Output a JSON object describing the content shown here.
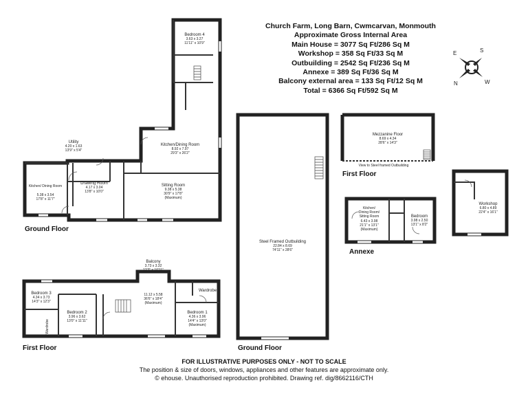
{
  "header": {
    "property": "Church Farm, Long Barn, Cwmcarvan, Monmouth",
    "area_title": "Approximate Gross Internal Area",
    "lines": [
      "Main House = 3077 Sq Ft/286 Sq M",
      "Workshop = 358 Sq Ft/33 Sq M",
      "Outbuilding = 2542 Sq Ft/236 Sq M",
      "Annexe = 389 Sq Ft/36 Sq M",
      "Balcony external area = 133 Sq Ft/12 Sq M",
      "Total = 6366 Sq Ft/592 Sq M"
    ]
  },
  "compass": {
    "labels": [
      "E",
      "S",
      "N",
      "W"
    ]
  },
  "floor_labels": {
    "ground_main": "Ground Floor",
    "first_main": "First Floor",
    "ground_outbuilding": "Ground Floor",
    "first_outbuilding": "First Floor",
    "annexe": "Annexe"
  },
  "ground_floor_rooms": {
    "bedroom4": {
      "name": "Bedroom 4",
      "m": "3.63 x 3.27",
      "ft": "11'11\" x 10'9\""
    },
    "kitchen_dining": {
      "name": "Kitchen/Dining Room",
      "m": "8.92 x 7.97",
      "ft": "29'3\" x 26'2\""
    },
    "sitting": {
      "name": "Sitting Room",
      "m": "9.38 x 5.38",
      "ft": "30'9\" x 17'8\"",
      "note": "(Maximum)"
    },
    "utility": {
      "name": "Utility",
      "m": "4.20 x 1.63",
      "ft": "13'9\" x 5'4\""
    },
    "drawing": {
      "name": "Drawing Room",
      "m": "4.17 x 3.04",
      "ft": "13'8\" x 10'0\""
    },
    "kitchen2": {
      "name": "Kitchen/ Dining Room",
      "m": "5.38 x 3.54",
      "ft": "17'8\" x 11'7\""
    }
  },
  "first_floor_rooms": {
    "balcony": {
      "name": "Balcony",
      "m": "3.73 x 3.32",
      "ft": "12'3\" x 10'11\""
    },
    "bedroom3": {
      "name": "Bedroom 3",
      "m": "4.34 x 3.73",
      "ft": "14'3\" x 12'3\""
    },
    "bedroom2": {
      "name": "Bedroom 2",
      "m": "3.96 x 3.62",
      "ft": "13'0\" x 11'11\""
    },
    "landing": {
      "m": "11.12 x 5.58",
      "ft": "36'6\" x 18'4\"",
      "note": "(Maximum)"
    },
    "bedroom1": {
      "name": "Bedroom 1",
      "m": "4.36 x 3.96",
      "ft": "14'4\" x 13'0\"",
      "note": "(Maximum)"
    },
    "wardrobe_right": "Wardrobe",
    "wardrobe_left": "Wardrobe"
  },
  "outbuilding": {
    "steel": {
      "name": "Steel Framed Outbuilding",
      "m": "22.84 x 8.69",
      "ft": "74'11\" x 28'6\""
    },
    "mezzanine": {
      "name": "Mezzanine Floor",
      "m": "8.69 x 4.34",
      "ft": "28'6\" x 14'3\""
    },
    "view_note": "View to Steel framed Outbuilding"
  },
  "workshop": {
    "name": "Workshop",
    "m": "6.80 x 4.89",
    "ft": "22'4\" x 16'1\""
  },
  "annexe_rooms": {
    "kitchen": {
      "name": "Kitchen/ Dining Room/ Sitting Room",
      "m": "6.43 x 3.98",
      "ft": "21'1\" x 13'1\"",
      "note": "(Maximum)"
    },
    "bedroom": {
      "name": "Bedroom",
      "m": "3.98 x 2.50",
      "ft": "13'1\" x 8'2\""
    }
  },
  "footer": {
    "disclaimer": "FOR ILLUSTRATIVE PURPOSES ONLY - NOT TO SCALE",
    "note": "The position & size of doors, windows, appliances and other features are approximate only.",
    "copyright": "© ehouse. Unauthorised reproduction prohibited. Drawing ref. dig/8662116/CTH"
  },
  "colors": {
    "wall": "#222222",
    "background": "#ffffff",
    "window": "#ffffff"
  }
}
